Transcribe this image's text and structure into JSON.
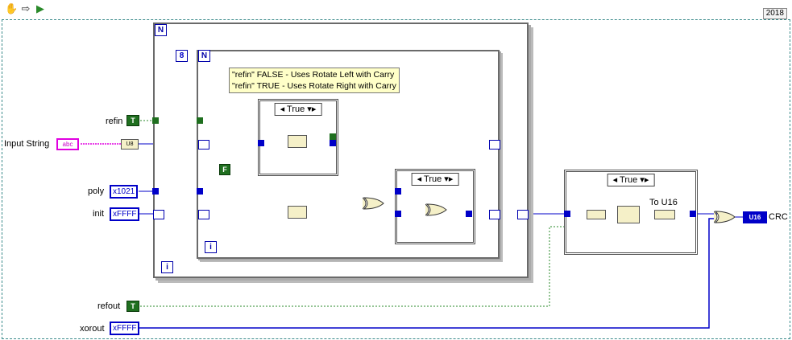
{
  "toolbar": {
    "icons": [
      "hand-icon",
      "arrow-icon",
      "run-icon"
    ]
  },
  "version_badge": "2018",
  "controls": {
    "refin_label": "refin",
    "input_string_label": "Input String",
    "poly_label": "poly",
    "init_label": "init",
    "refout_label": "refout",
    "xorout_label": "xorout",
    "crc_label": "CRC",
    "refin_value": "T",
    "refout_value": "T",
    "string_tag": "abc",
    "poly_value": "x1021",
    "init_value": "xFFFF",
    "xorout_value": "xFFFF",
    "u16_tag": "U16"
  },
  "loops": {
    "outer_N": "N",
    "inner_N": "N",
    "inner_count": "8",
    "outer_i": "i",
    "inner_i": "i"
  },
  "constants": {
    "false_const": "F",
    "u8_tag": "U8"
  },
  "comment": {
    "line1": "\"refin\" FALSE - Uses Rotate Left with Carry",
    "line2": "\"refin\" TRUE - Uses Rotate Right with Carry"
  },
  "cases": {
    "case1": "True",
    "case2": "True",
    "case3": "True"
  },
  "labels": {
    "to_u16": "To U16"
  },
  "colors": {
    "bool_wire": "#2a8a2a",
    "int_wire": "#0000c8",
    "string_wire": "#e000e0",
    "frame": "#6a6a6a"
  }
}
